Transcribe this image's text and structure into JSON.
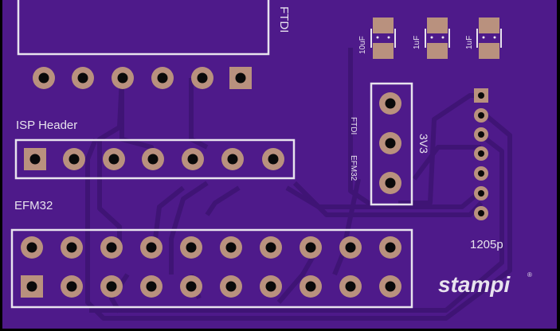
{
  "labels": {
    "ftdi_top": "FTDI",
    "isp_header": "ISP Header",
    "efm32_header": "EFM32",
    "jumper_ftdi": "FTDI",
    "jumper_efm32": "EFM32",
    "jumper_3v3": "3V3",
    "cap_1": "10uF",
    "cap_2": "1uF",
    "cap_3": "1uF",
    "footprint_1205p": "1205p",
    "logo": "stampi",
    "logo_mark": "®"
  },
  "colors": {
    "board": "#4e1a8a",
    "board_edge": "#000000",
    "trace": "#3f1475",
    "silkscreen": "#e8e3ee",
    "copper_pad": "#b9917e",
    "drill": "#0a0a0a"
  }
}
